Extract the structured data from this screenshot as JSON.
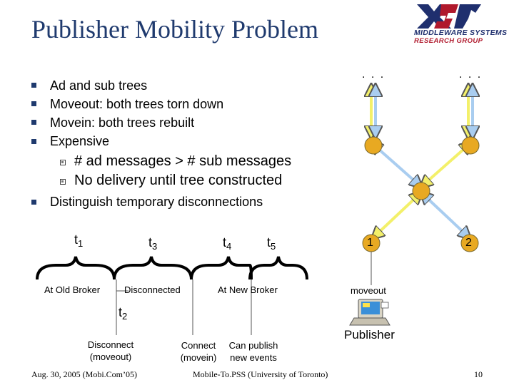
{
  "title": "Publisher Mobility Problem",
  "logo": {
    "line1": "MIDDLEWARE SYSTEMS",
    "line2": "RESEARCH GROUP"
  },
  "bullets": [
    "Ad and sub trees",
    "Moveout: both trees torn down",
    "Movein: both trees rebuilt",
    "Expensive"
  ],
  "sub_bullets": [
    "# ad messages > # sub messages",
    "No delivery until tree constructed"
  ],
  "last_bullet": "Distinguish temporary disconnections",
  "timeline": {
    "t1": {
      "base": "t",
      "sub": "1"
    },
    "t2": {
      "base": "t",
      "sub": "2"
    },
    "t3": {
      "base": "t",
      "sub": "3"
    },
    "t4": {
      "base": "t",
      "sub": "4"
    },
    "t5": {
      "base": "t",
      "sub": "5"
    },
    "phases": [
      "At Old Broker",
      "Disconnected",
      "At New Broker"
    ],
    "disconnect_line1": "Disconnect",
    "disconnect_line2": "(moveout)",
    "connect_line1": "Connect",
    "connect_line2": "(movein)",
    "publish_line1": "Can publish",
    "publish_line2": "new events"
  },
  "network": {
    "ellipsis_left": ". . .",
    "ellipsis_right": ". . .",
    "broker1": "1",
    "broker2": "2",
    "moveout_label": "moveout",
    "publisher_label": "Publisher",
    "colors": {
      "broker": "#e8a922",
      "arrow_yellow": "#f3f06a",
      "arrow_blue": "#a9cdf0"
    }
  },
  "footer": {
    "left": "Aug. 30, 2005 (Mobi.Com’05)",
    "center": "Mobile-To.PSS (University of Toronto)",
    "page": "10"
  }
}
